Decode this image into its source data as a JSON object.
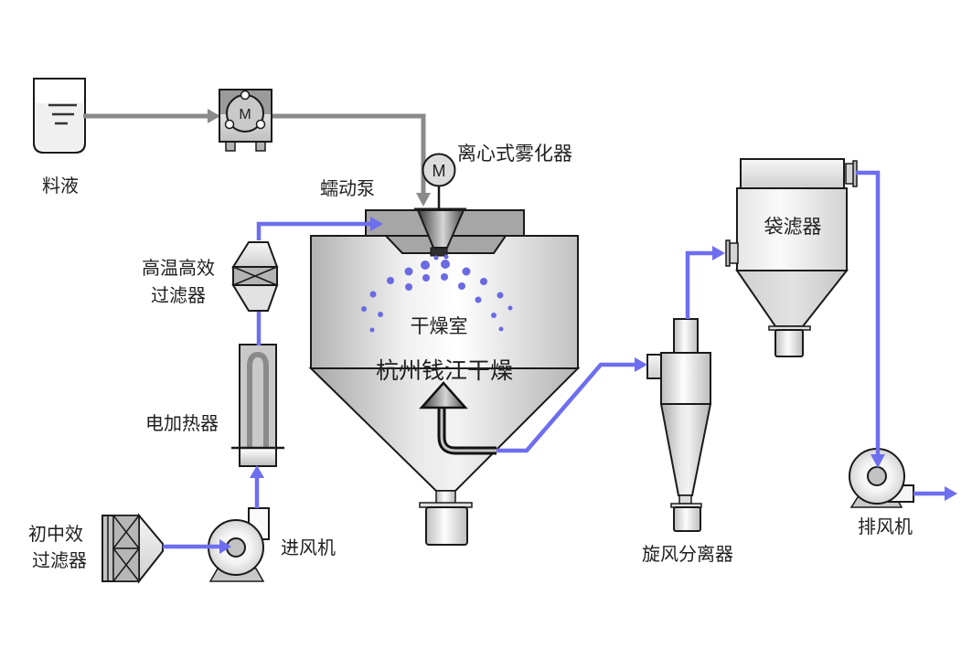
{
  "labels": {
    "feed": "料液",
    "pump": "蠕动泵",
    "atomizer": "离心式雾化器",
    "drying_chamber": "干燥室",
    "watermark": "杭州钱江干燥",
    "hepa_filter_line1": "高温高效",
    "hepa_filter_line2": "过滤器",
    "heater": "电加热器",
    "prefilter_line1": "初中效",
    "prefilter_line2": "过滤器",
    "inlet_fan": "进风机",
    "cyclone": "旋风分离器",
    "bag_filter": "袋滤器",
    "exhaust_fan": "排风机",
    "motor_m": "M"
  },
  "colors": {
    "pipe_blue": "#6e6ef0",
    "pipe_gray": "#8a8a8a",
    "watermark_red": "#ee1111",
    "spray_dot": "#6a6ae4",
    "outline": "#1a1a1a"
  },
  "spray_dots": [
    [
      465,
      290,
      5
    ],
    [
      487,
      289,
      5
    ],
    [
      447,
      297,
      4.5
    ],
    [
      510,
      297,
      4.5
    ],
    [
      427,
      307,
      4
    ],
    [
      466,
      304,
      4
    ],
    [
      486,
      303,
      4
    ],
    [
      447,
      314,
      4
    ],
    [
      505,
      313,
      4
    ],
    [
      529,
      308,
      4
    ],
    [
      408,
      322,
      3.5
    ],
    [
      547,
      323,
      3.5
    ],
    [
      523,
      328,
      3.5
    ],
    [
      398,
      338,
      3
    ],
    [
      558,
      337,
      2.5
    ],
    [
      416,
      344,
      3
    ],
    [
      540,
      345,
      3
    ],
    [
      407,
      361,
      2.5
    ],
    [
      548,
      360,
      2.5
    ],
    [
      477,
      282,
      2.5
    ],
    [
      488,
      281,
      2.5
    ]
  ]
}
